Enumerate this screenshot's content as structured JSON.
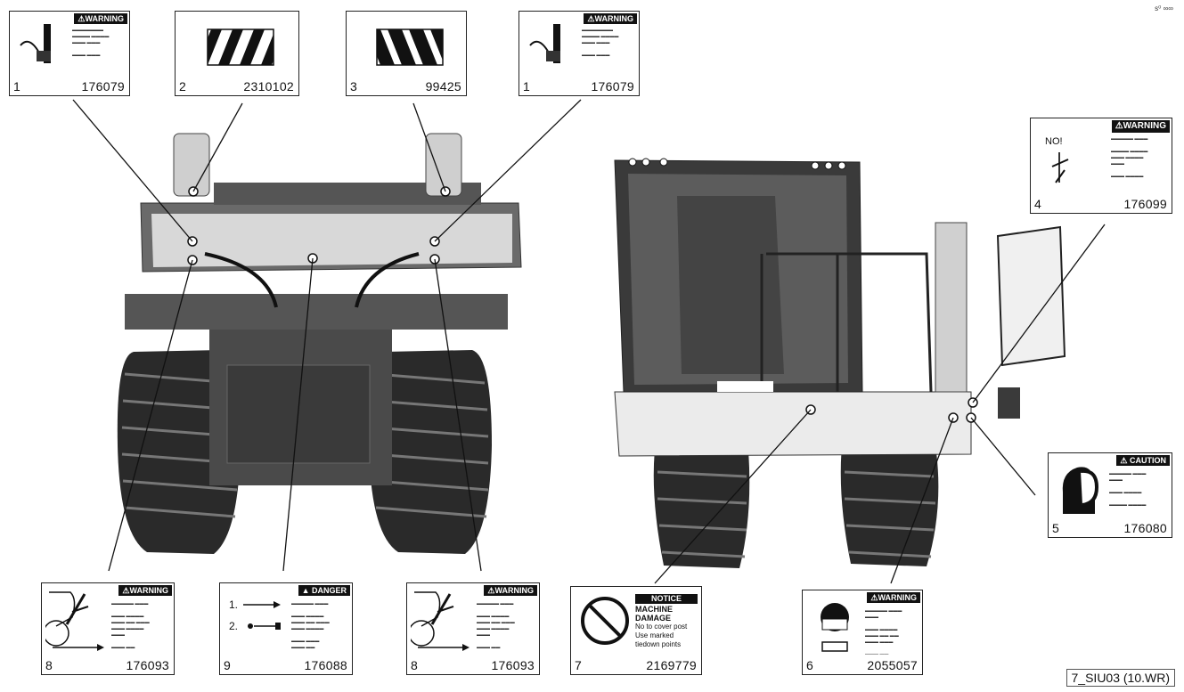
{
  "decals": [
    {
      "id": "decal-1a",
      "number": "1",
      "part": "176079",
      "header": "⚠WARNING"
    },
    {
      "id": "decal-2",
      "number": "2",
      "part": "2310102",
      "header": ""
    },
    {
      "id": "decal-3",
      "number": "3",
      "part": "99425",
      "header": ""
    },
    {
      "id": "decal-1b",
      "number": "1",
      "part": "176079",
      "header": "⚠WARNING"
    },
    {
      "id": "decal-4",
      "number": "4",
      "part": "176099",
      "header": "⚠WARNING",
      "extra": "NO!"
    },
    {
      "id": "decal-5",
      "number": "5",
      "part": "176080",
      "header": "⚠ CAUTION"
    },
    {
      "id": "decal-8a",
      "number": "8",
      "part": "176093",
      "header": "⚠WARNING"
    },
    {
      "id": "decal-9",
      "number": "9",
      "part": "176088",
      "header": "▲ DANGER"
    },
    {
      "id": "decal-8b",
      "number": "8",
      "part": "176093",
      "header": "⚠WARNING"
    },
    {
      "id": "decal-7",
      "number": "7",
      "part": "2169779",
      "header": "NOTICE",
      "lines": [
        "MACHINE",
        "DAMAGE",
        "No to cover post",
        "Use marked",
        "tiedown points"
      ]
    },
    {
      "id": "decal-6",
      "number": "6",
      "part": "2055057",
      "header": "⚠WARNING"
    }
  ],
  "figure_id": "7_SIU03 (10.WR)",
  "corner_mark": "s⁰ ∞∞"
}
